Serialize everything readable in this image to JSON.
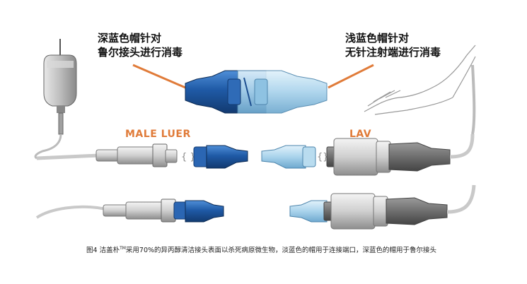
{
  "labels": {
    "dark_cap_line1": "深蓝色帽针对",
    "dark_cap_line2": "鲁尔接头进行消毒",
    "light_cap_line1": "浅蓝色帽针对",
    "light_cap_line2": "无针注射端进行消毒",
    "male_luer": "MALE LUER",
    "lav": "LAV"
  },
  "caption": {
    "prefix": "图4  洁盖朴",
    "tm": "TM",
    "text": "采用70%的异丙醇清洁接头表面以杀死病原微生物，淡蓝色的帽用于连接端口，深蓝色的帽用于鲁尔接头"
  },
  "colors": {
    "dark_blue": "#1f5aa6",
    "light_blue": "#a9d3ec",
    "accent_orange": "#e07b39",
    "device_gray": "#c8c8c8"
  }
}
